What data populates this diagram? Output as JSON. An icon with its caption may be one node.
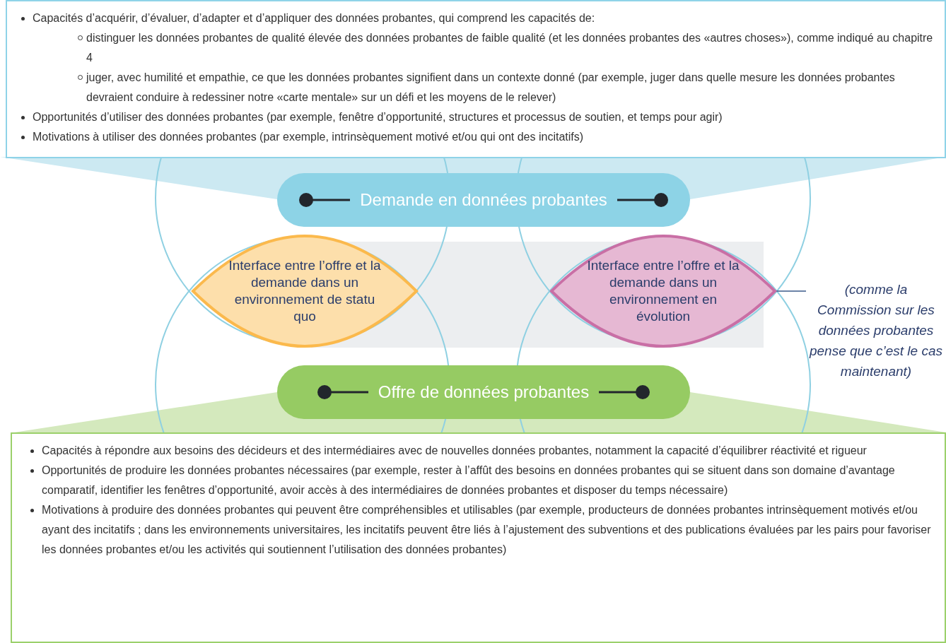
{
  "diagram": {
    "nodes": [
      {
        "text": [
          "Capacités d’acquérir, d’évaluer, d’adapter et d’appliquer des données probantes, qui comprend les capacités de:",
          "distinguer les données probantes de qualité élevée des données probantes de faible qualité (et les données probantes des «autres choses»), comme indiqué au chapitre 4",
          "juger, avec humilité et empathie, ce que les données probantes signifient dans un contexte donné (par exemple, juger dans quelle mesure les données probantes devraient conduire à redessiner notre «carte mentale» sur un défi et les moyens de le relever)",
          "Opportunités d’utiliser des données probantes (par exemple, fenêtre d’opportunité, structures et processus de soutien, et temps pour agir)",
          "Motivations à utiliser des données probantes (par exemple, intrinsèquement motivé et/ou qui ont des incitatifs)"
        ]
      },
      {
        "text": [
          "Demande en données probantes"
        ]
      },
      {
        "text": [
          "Interface entre l’offre et la demande dans un environnement de statu quo"
        ]
      },
      {
        "text": [
          "Interface entre l’offre et la demande dans un environnement en évolution"
        ]
      },
      {
        "text": [
          "(comme la Commission sur les données probantes pense que c’est le cas maintenant)"
        ]
      },
      {
        "text": [
          "Offre de données probantes"
        ]
      },
      {
        "text": [
          "Capacités à répondre aux besoins des décideurs et des intermédiaires avec de nouvelles données probantes, notamment la capacité d’équilibrer réactivité et rigueur",
          "Opportunités de produire les données probantes nécessaires (par exemple, rester à l’affût des besoins en données probantes qui se situent dans son domaine d’avantage comparatif, identifier les fenêtres d’opportunité, avoir accès à des intermédiaires de données probantes et disposer du temps nécessaire)",
          "Motivations à produire des données probantes qui peuvent être compréhensibles et utilisables (par exemple, producteurs de données probantes intrinsèquement motivés et/ou ayant des incitatifs ; dans les environnements universitaires, les incitatifs peuvent être liés à l’ajustement des subventions et des publications évaluées par les pairs pour favoriser les données probantes et/ou les activités qui soutiennent l’utilisation des données probantes)"
        ]
      }
    ],
    "edges": [
      {
        "from": 4,
        "to": 3,
        "arrow": "none"
      }
    ]
  }
}
